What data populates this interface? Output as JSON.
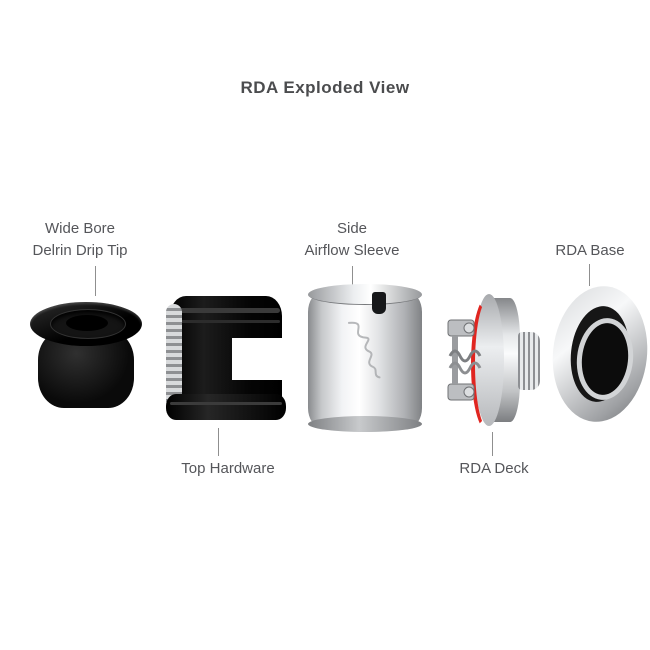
{
  "title": "RDA Exploded View",
  "labels": {
    "drip_tip_line1": "Wide Bore",
    "drip_tip_line2": "Delrin Drip Tip",
    "airflow_line1": "Side",
    "airflow_line2": "Airflow Sleeve",
    "rda_base": "RDA Base",
    "top_hardware": "Top Hardware",
    "rda_deck": "RDA Deck"
  },
  "colors": {
    "background": "#ffffff",
    "title_text": "#4b4c4e",
    "label_text": "#55565a",
    "leader_line": "#8f8f8f",
    "oring_red": "#e02520",
    "part_black": "#0d0d0d",
    "chrome_light": "#f4f5f6",
    "chrome_dark": "#8f9194"
  }
}
